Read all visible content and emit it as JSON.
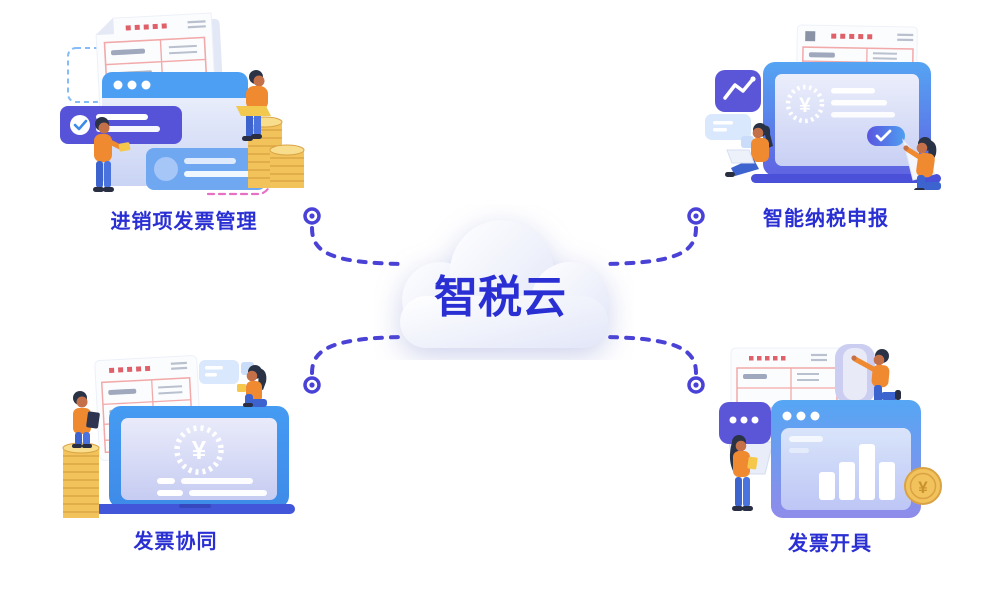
{
  "center": {
    "title": "智税云"
  },
  "features": [
    {
      "id": "invoice-management",
      "label": "进销项发票管理",
      "position": "top-left"
    },
    {
      "id": "smart-tax-filing",
      "label": "智能纳税申报",
      "position": "top-right"
    },
    {
      "id": "invoice-collaboration",
      "label": "发票协同",
      "position": "bottom-left"
    },
    {
      "id": "invoice-issuance",
      "label": "发票开具",
      "position": "bottom-right"
    }
  ],
  "symbols": {
    "yen": "¥"
  },
  "colors": {
    "label_blue": "#2a2fd4",
    "connector_purple": "#4a42d6",
    "window_blue": "#4d9ff3",
    "indigo_card": "#5753d8",
    "light_card_blue": "#6fa8f1",
    "coin_gold": "#f2c35a",
    "shirt_orange": "#f08a30",
    "jeans_blue": "#3d63cf",
    "invoice_red": "#f2a9a9",
    "cloud_fill_end": "#e2e6f8",
    "pink_dash": "#e671c4"
  }
}
